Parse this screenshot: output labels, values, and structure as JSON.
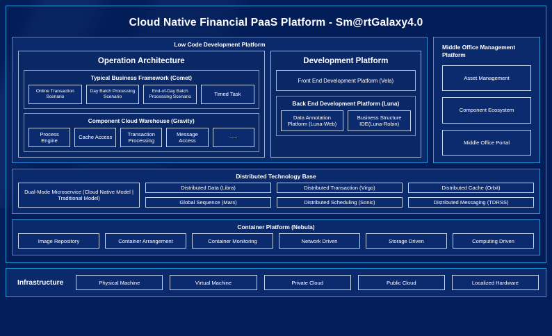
{
  "platform": {
    "title": "Cloud Native Financial PaaS Platform - Sm@rtGalaxy4.0"
  },
  "low_code": {
    "title": "Low Code Development Platform",
    "operation_architecture": {
      "title": "Operation Architecture",
      "business_framework": {
        "title": "Typical Business Framework (Comet)",
        "items": [
          "Online Transaction Scenario",
          "Day Batch Processing Scenario",
          "End-of-Day Batch Processing Scenario",
          "Timed Task"
        ]
      },
      "component_warehouse": {
        "title": "Component Cloud Warehouse (Gravity)",
        "items": [
          "Process Engine",
          "Cache Access",
          "Transaction Processing",
          "Message Access",
          "......"
        ]
      }
    },
    "development_platform": {
      "title": "Development Platform",
      "front_end": "Front End Development Platform (Vela)",
      "back_end": {
        "title": "Back End Development Platform (Luna)",
        "items": [
          "Data Annotation Platform (Luna-Web)",
          "Business Structure IDE(Luna-Robin)"
        ]
      }
    }
  },
  "middle_office": {
    "title": "Middle Office Management Platform",
    "items": [
      "Asset Management",
      "Component Ecosystem",
      "Middle Office Portal"
    ]
  },
  "distributed_technology_base": {
    "title": "Distributed Technology Base",
    "dual_mode": "Dual-Mode Microservice (Cloud Native Model | Traditional Model)",
    "columns": [
      [
        "Distributed Data (Libra)",
        "Global Sequence (Mars)"
      ],
      [
        "Distributed Transaction (Virgo)",
        "Distributed Scheduling (Sonic)"
      ],
      [
        "Distributed Cache (Orbit)",
        "Distributed Messaging (TDRSS)"
      ]
    ]
  },
  "container_platform": {
    "title": "Container Platform (Nebula)",
    "items": [
      "Image Repository",
      "Container Arrangement",
      "Container Monitoring",
      "Network Driven",
      "Storage Driven",
      "Computing Driven"
    ]
  },
  "infrastructure": {
    "label": "Infrastructure",
    "items": [
      "Physical Machine",
      "Virtual Machine",
      "Private Cloud",
      "Public Cloud",
      "Localized Hardware"
    ]
  },
  "colors": {
    "background": "#041e5a",
    "accent_border": "#1f9ada",
    "panel_fill": "#0b2a6b",
    "chip_border": "#c9d6ea",
    "text": "#ffffff"
  }
}
